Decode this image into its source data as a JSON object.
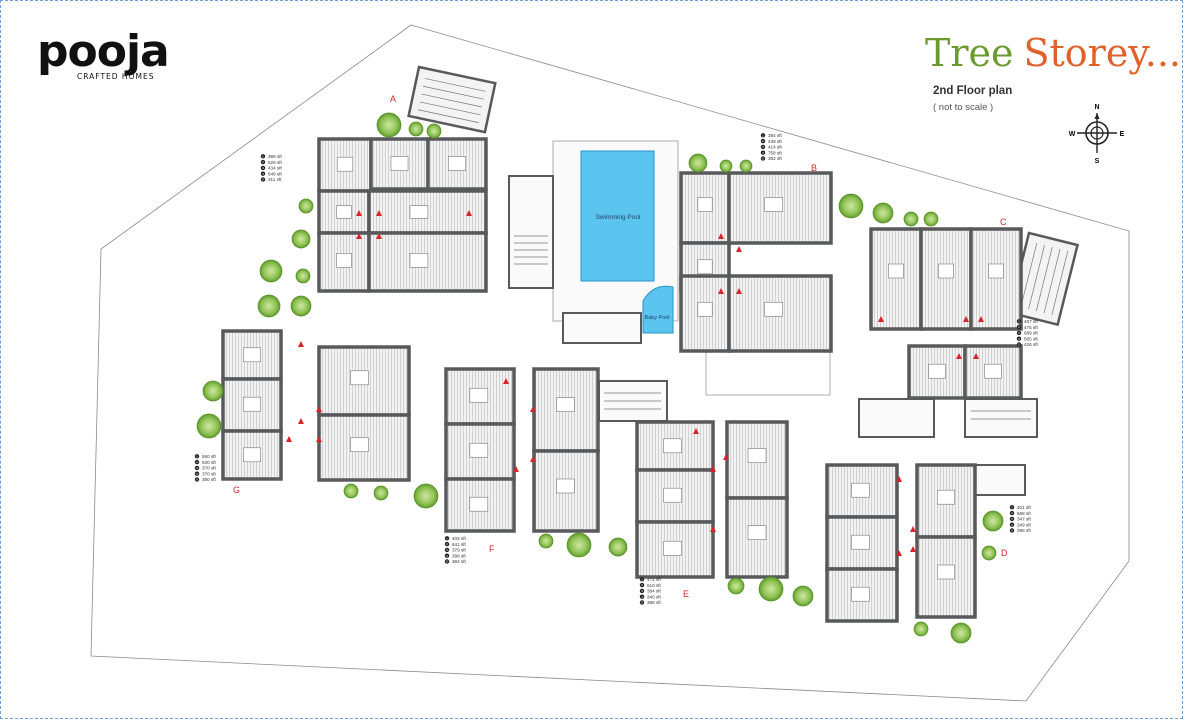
{
  "brand": {
    "logo_text": "pooja",
    "logo_tagline": "CRAFTED HOMES",
    "project_name_part1": "Tree",
    "project_name_part2": "Storey...",
    "plan_title": "2nd Floor plan",
    "plan_subtitle": "( not to scale )"
  },
  "compass": {
    "n": "N",
    "s": "S",
    "e": "E",
    "w": "W"
  },
  "colors": {
    "wall": "#58595b",
    "pool": "#5bc4ef",
    "accent_red": "#d7242a",
    "brand_green": "#6d9a2f",
    "brand_orange": "#e0612a"
  },
  "amenities": {
    "pool_label": "Swimming Pool",
    "baby_pool_label": "Baby Pool"
  },
  "blocks": [
    {
      "label": "A",
      "areas": [
        "398 sft",
        "625 sft",
        "434 sft",
        "649 sft",
        "311 sft"
      ]
    },
    {
      "label": "B",
      "areas": [
        "384 sft",
        "438 sft",
        "414 sft",
        "758 sft",
        "392 sft"
      ]
    },
    {
      "label": "C",
      "areas": [
        "487 sft",
        "475 sft",
        "689 sft",
        "565 sft",
        "426 sft"
      ]
    },
    {
      "label": "D",
      "areas": [
        "401 sft",
        "568 sft",
        "347 sft",
        "349 sft",
        "398 sft"
      ]
    },
    {
      "label": "E",
      "areas": [
        "474 sft",
        "510 sft",
        "384 sft",
        "340 sft",
        "388 sft"
      ]
    },
    {
      "label": "F",
      "areas": [
        "402 sft",
        "641 sft",
        "379 sft",
        "398 sft",
        "384 sft"
      ]
    },
    {
      "label": "G",
      "areas": [
        "560 sft",
        "630 sft",
        "370 sft",
        "370 sft",
        "390 sft"
      ]
    }
  ]
}
